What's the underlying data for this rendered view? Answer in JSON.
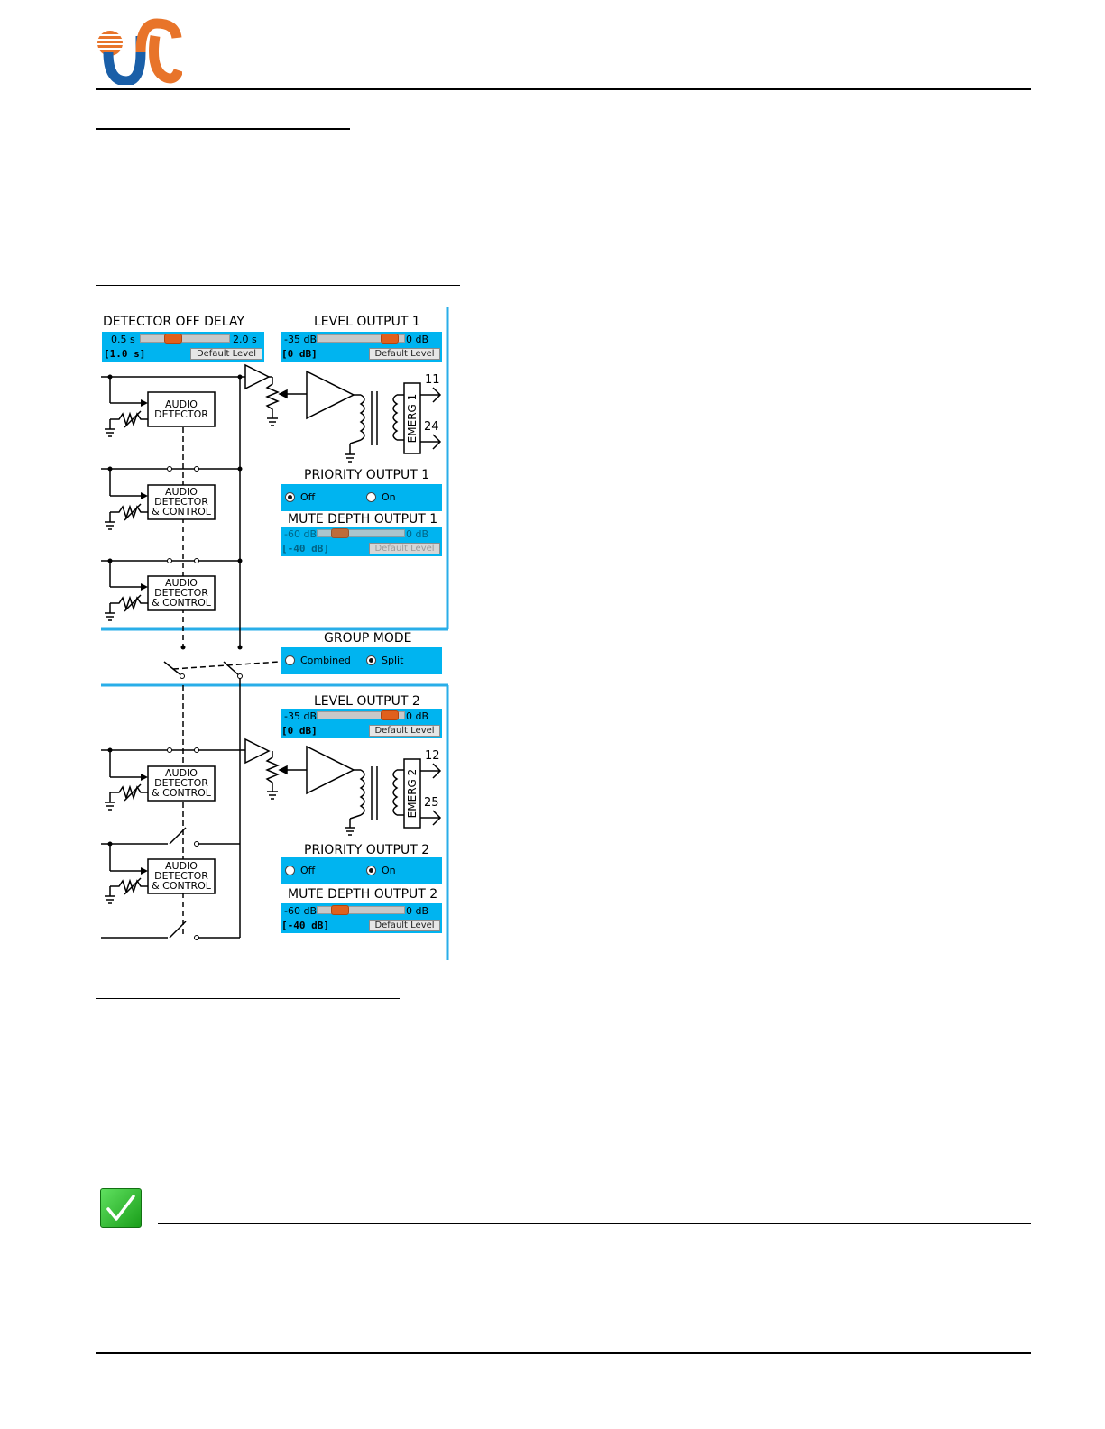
{
  "logo": {
    "colors": {
      "orange": "#e8742a",
      "blue": "#1a5fa8"
    }
  },
  "diagram": {
    "detector_off_delay": {
      "title": "DETECTOR OFF DELAY",
      "min": "0.5 s",
      "max": "2.0 s",
      "value": "[1.0 s]",
      "position": 0.33,
      "default_label": "Default Level"
    },
    "level_output_1": {
      "title": "LEVEL OUTPUT 1",
      "min": "-35 dB",
      "max": "0 dB",
      "value": "[0 dB]",
      "position": 0.92,
      "default_label": "Default Level"
    },
    "priority_output_1": {
      "title": "PRIORITY OUTPUT 1",
      "off_label": "Off",
      "on_label": "On",
      "selected": "Off"
    },
    "mute_depth_output_1": {
      "title": "MUTE DEPTH OUTPUT 1",
      "min": "-60 dB",
      "max": "0 dB",
      "value": "[-40 dB]",
      "position": 0.2,
      "default_label": "Default Level",
      "enabled": false
    },
    "group_mode": {
      "title": "GROUP MODE",
      "combined_label": "Combined",
      "split_label": "Split",
      "selected": "Split"
    },
    "level_output_2": {
      "title": "LEVEL OUTPUT 2",
      "min": "-35 dB",
      "max": "0 dB",
      "value": "[0 dB]",
      "position": 0.92,
      "default_label": "Default Level"
    },
    "priority_output_2": {
      "title": "PRIORITY OUTPUT 2",
      "off_label": "Off",
      "on_label": "On",
      "selected": "On"
    },
    "mute_depth_output_2": {
      "title": "MUTE DEPTH OUTPUT 2",
      "min": "-60 dB",
      "max": "0 dB",
      "value": "[-40 dB]",
      "position": 0.2,
      "default_label": "Default Level",
      "enabled": true
    },
    "block_audio": "AUDIO",
    "block_detector": "DETECTOR",
    "block_control": "& CONTROL",
    "emerg_1": "EMERG 1",
    "emerg_2": "EMERG 2",
    "terminals": {
      "t11": "11",
      "t24": "24",
      "t12": "12",
      "t25": "25"
    }
  },
  "colors": {
    "panel_blue": "#00b4f0",
    "border_blue": "#29aee8",
    "thumb_orange": "#e0601c",
    "check_green": "#22bb22"
  },
  "icons": {
    "note": "check-icon"
  }
}
